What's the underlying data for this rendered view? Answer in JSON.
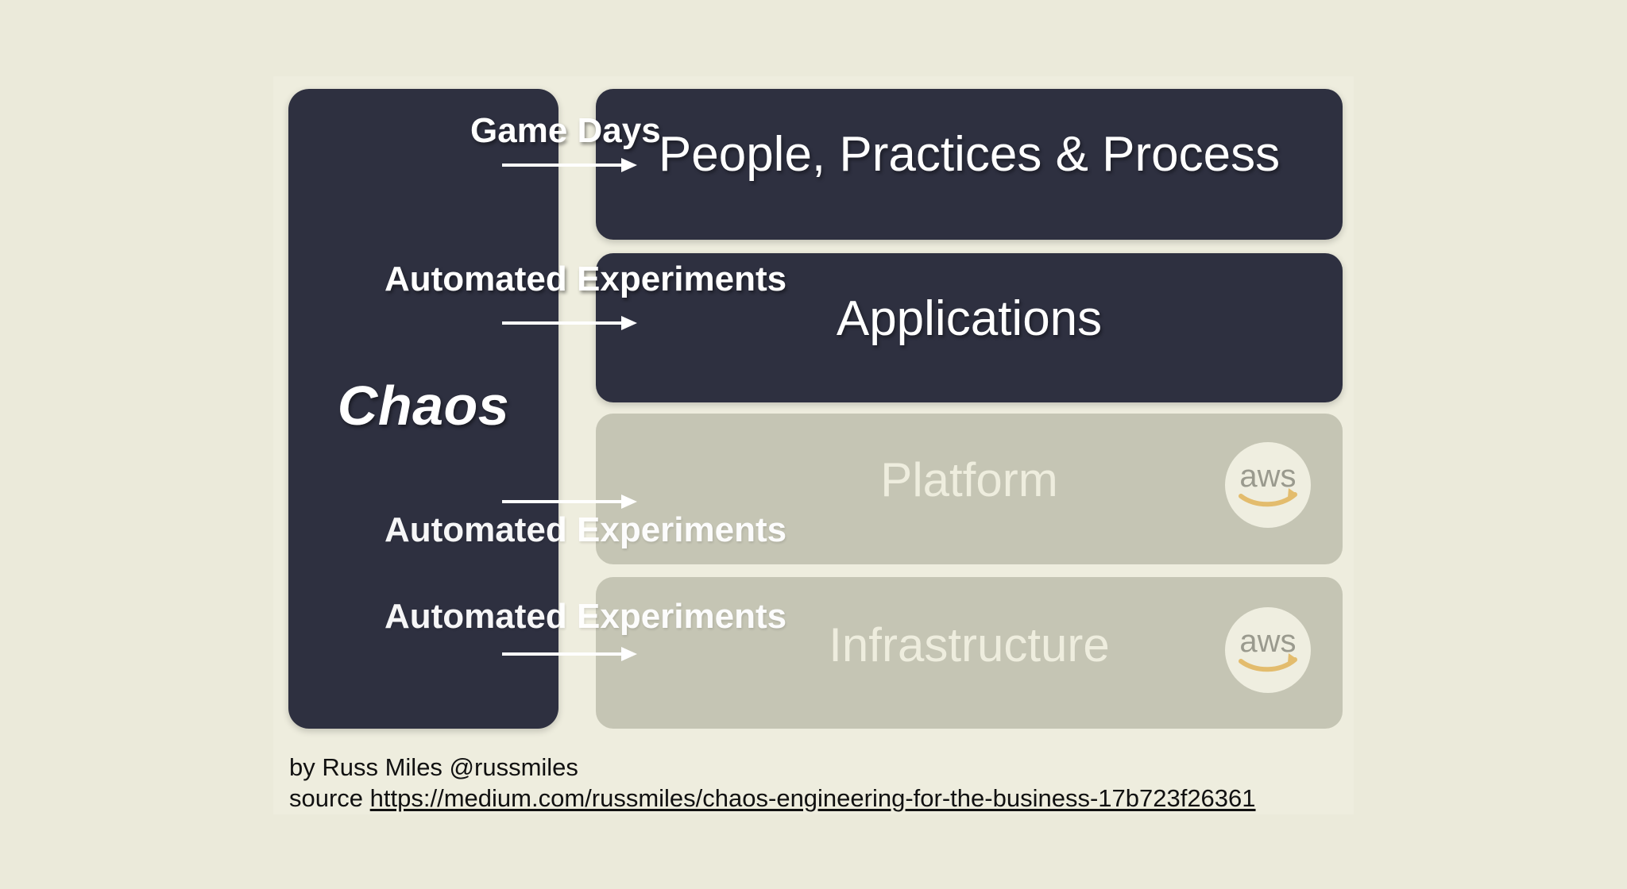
{
  "diagram": {
    "left_panel": {
      "label": "Chaos"
    },
    "layers": [
      {
        "id": "people",
        "title": "People, Practices & Process",
        "style": "dark",
        "has_aws_badge": false,
        "connector_label": "Game Days"
      },
      {
        "id": "applications",
        "title": "Applications",
        "style": "dark",
        "has_aws_badge": false,
        "connector_label": "Automated Experiments"
      },
      {
        "id": "platform",
        "title": "Platform",
        "style": "muted",
        "has_aws_badge": true,
        "aws_badge_label": "aws",
        "connector_label": "Automated Experiments"
      },
      {
        "id": "infrastructure",
        "title": "Infrastructure",
        "style": "muted",
        "has_aws_badge": true,
        "aws_badge_label": "aws",
        "connector_label": "Automated Experiments"
      }
    ]
  },
  "credits": {
    "byline": "by Russ Miles  @russmiles",
    "source_prefix": "source ",
    "source_url": "https://medium.com/russmiles/chaos-engineering-for-the-business-17b723f26361"
  },
  "colors": {
    "canvas": "#ebeada",
    "slide": "#eeedde",
    "dark_card": "#2e3040",
    "muted_card": "#c5c5b4",
    "text_light": "#ffffff",
    "text_cream": "#eeedde",
    "aws_badge_bg": "#efeee0",
    "aws_wordmark": "#9a9a8e",
    "aws_smile": "#e3bc6d",
    "footer_text": "#111111"
  }
}
